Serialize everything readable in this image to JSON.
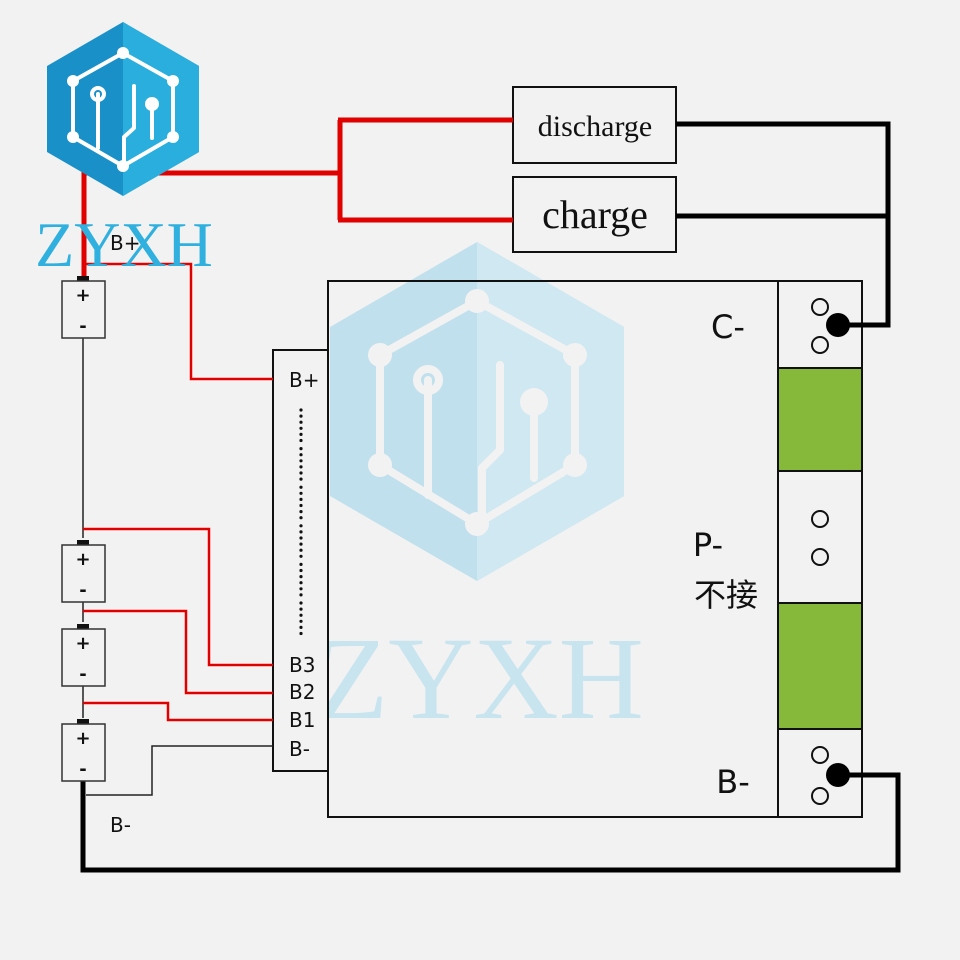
{
  "logo": {
    "brand": "ZYXH",
    "colors": {
      "primary": "#1e9bd0",
      "light": "#2fb0de",
      "watermark": "#c5e3ee"
    }
  },
  "wire_colors": {
    "balance": "#e00000",
    "power": "#000000",
    "signal": "#333333"
  },
  "switches": {
    "discharge_label": "discharge",
    "charge_label": "charge"
  },
  "battery_pack": {
    "top_label": "B+",
    "bottom_label": "B-",
    "cells": [
      {
        "plus": "+",
        "minus": "-"
      },
      {
        "plus": "+",
        "minus": "-"
      },
      {
        "plus": "+",
        "minus": "-"
      },
      {
        "plus": "+",
        "minus": "-"
      }
    ]
  },
  "balance_connector": {
    "pins": [
      "B+",
      "B3",
      "B2",
      "B1",
      "B-"
    ],
    "ellipsis": "……"
  },
  "bms_board": {
    "terminals": {
      "c_minus": "C-",
      "p_minus": "P-",
      "p_minus_note": "不接",
      "b_minus": "B-"
    },
    "pad_color": "#86b83a"
  }
}
